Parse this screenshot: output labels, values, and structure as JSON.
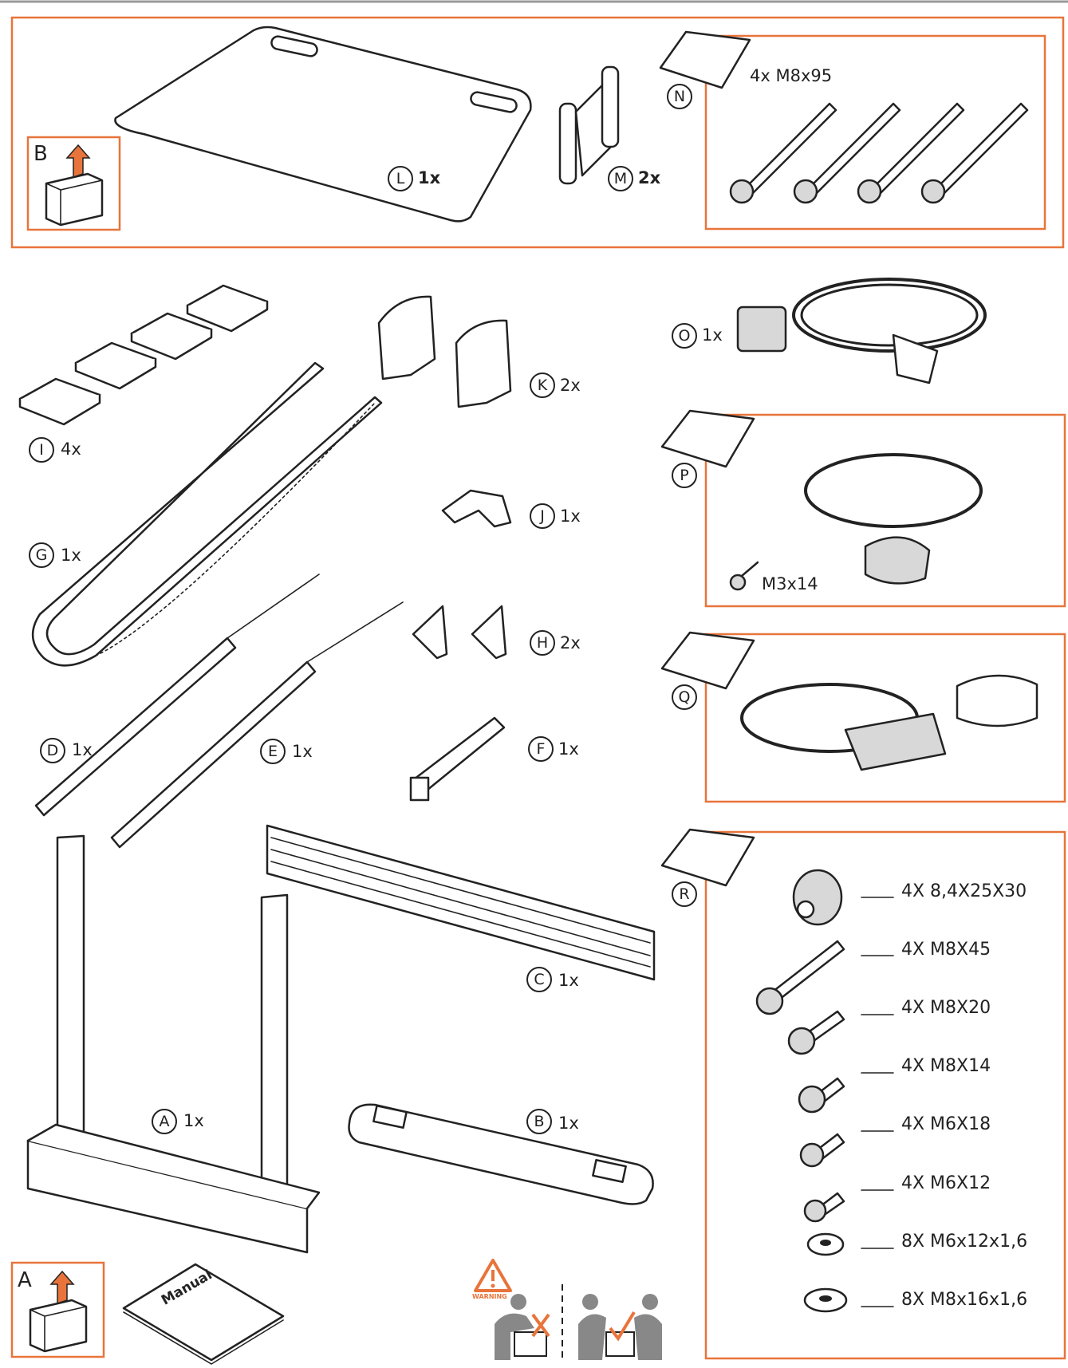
{
  "accent_color": "#e8743b",
  "boxes": [
    {
      "letter": "B",
      "icon": "box-open-arrow-icon"
    },
    {
      "letter": "A",
      "icon": "box-open-arrow-icon"
    }
  ],
  "parts": [
    {
      "letter": "L",
      "qty": "1x"
    },
    {
      "letter": "M",
      "qty": "2x"
    },
    {
      "letter": "N",
      "qty": ""
    },
    {
      "letter": "I",
      "qty": "4x"
    },
    {
      "letter": "K",
      "qty": "2x"
    },
    {
      "letter": "O",
      "qty": "1x"
    },
    {
      "letter": "P",
      "qty": ""
    },
    {
      "letter": "J",
      "qty": "1x"
    },
    {
      "letter": "G",
      "qty": "1x"
    },
    {
      "letter": "H",
      "qty": "2x"
    },
    {
      "letter": "Q",
      "qty": ""
    },
    {
      "letter": "D",
      "qty": "1x"
    },
    {
      "letter": "E",
      "qty": "1x"
    },
    {
      "letter": "F",
      "qty": "1x"
    },
    {
      "letter": "R",
      "qty": ""
    },
    {
      "letter": "C",
      "qty": "1x"
    },
    {
      "letter": "A",
      "qty": "1x"
    },
    {
      "letter": "B",
      "qty": "1x"
    }
  ],
  "bag_n": {
    "label": "4x M8x95"
  },
  "bag_p": {
    "label": "M3x14"
  },
  "bag_r": {
    "items": [
      "4X 8,4X25X30",
      "4X M8X45",
      "4X M8X20",
      "4X M8X14",
      "4X M6X18",
      "4X M6X12",
      "8X M6x12x1,6",
      "8X M8x16x1,6"
    ]
  },
  "manual_label": "Manual",
  "warning_label": "WARNING"
}
